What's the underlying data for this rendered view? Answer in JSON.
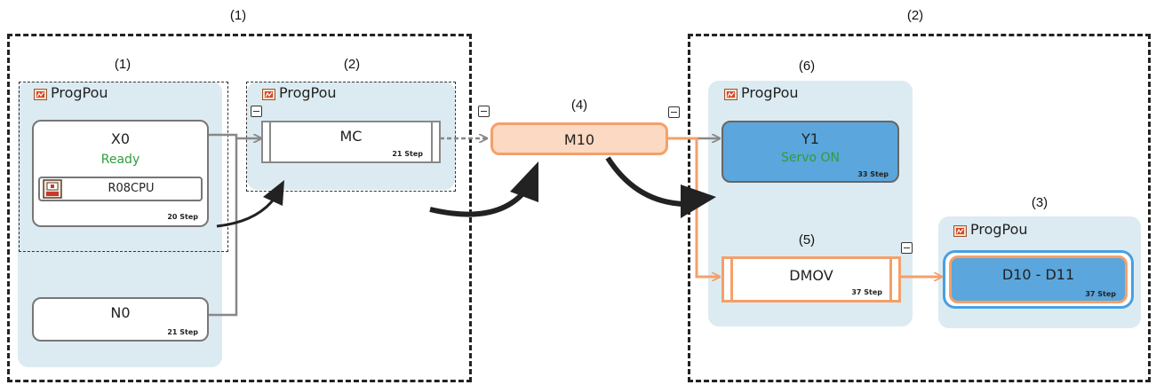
{
  "regions": [
    {
      "label": "(1)"
    },
    {
      "label": "(2)"
    }
  ],
  "groups": {
    "g1": {
      "label": "(1)",
      "pou": "ProgPou"
    },
    "g2": {
      "label": "(2)",
      "pou": "ProgPou"
    },
    "g6": {
      "label": "(6)",
      "pou": "ProgPou"
    },
    "g3": {
      "label": "(3)",
      "pou": "ProgPou"
    }
  },
  "nodes": {
    "x0": {
      "title": "X0",
      "status": "Ready",
      "cpu": "R08CPU",
      "steps": "20 Step"
    },
    "n0": {
      "title": "N0",
      "steps": "21 Step"
    },
    "mc": {
      "title": "MC",
      "steps": "21 Step"
    },
    "m10": {
      "label": "(4)",
      "title": "M10"
    },
    "y1": {
      "title": "Y1",
      "status": "Servo ON",
      "steps": "33 Step"
    },
    "dmov": {
      "label": "(5)",
      "title": "DMOV",
      "steps": "37 Step"
    },
    "d10": {
      "title": "D10 - D11",
      "steps": "37 Step"
    }
  },
  "colors": {
    "highlight": "#f4a06a",
    "highlight_fill": "#fbd9c2",
    "blue_fill": "#5ba6dc",
    "group_bg": "#dcebf2",
    "status_green": "#2e9e3a"
  },
  "icons": [
    "prog-pou-icon",
    "cpu-icon",
    "collapse-icon",
    "curved-arrow-icon"
  ]
}
